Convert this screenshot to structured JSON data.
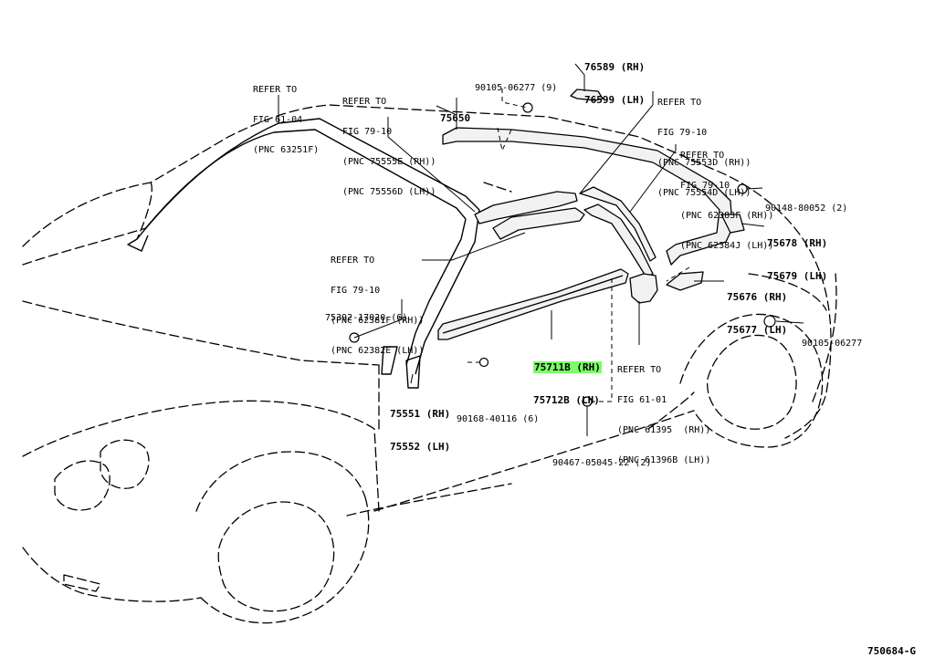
{
  "diagram_id": "750684-G",
  "highlight_color": "#7dfb6c",
  "labels": {
    "ref_61_04": [
      "REFER TO",
      "FIG 61-04",
      "(PNC 63251F)"
    ],
    "ref_79_10_a": [
      "REFER TO",
      "FIG 79-10",
      "(PNC 75555E (RH))",
      "(PNC 75556D (LH))"
    ],
    "bolt_90105_06277_9": [
      "90105-06277 (9)"
    ],
    "part_76589": [
      "76589 (RH)",
      "76599 (LH)"
    ],
    "part_75650": [
      "75650"
    ],
    "ref_79_10_b": [
      "REFER TO",
      "FIG 79-10",
      "(PNC 75553D (RH))",
      "(PNC 75554D (LH))"
    ],
    "ref_79_10_c": [
      "REFER TO",
      "FIG 79-10",
      "(PNC 62383F (RH))",
      "(PNC 62384J (LH))"
    ],
    "bolt_90148": [
      "90148-80052 (2)"
    ],
    "part_75678": [
      "75678 (RH)",
      "75679 (LH)"
    ],
    "ref_79_10_d": [
      "REFER TO",
      "FIG 79-10",
      "(PNC 62381F (RH))",
      "(PNC 62382E (LH))"
    ],
    "part_75676": [
      "75676 (RH)",
      "75677 (LH)"
    ],
    "clip_75392": [
      "75392-17020 (6)"
    ],
    "bolt_90105_06277": [
      "90105-06277"
    ],
    "part_75711B": [
      "75711B (RH)",
      "75712B (LH)"
    ],
    "ref_61_01": [
      "REFER TO",
      "FIG 61-01",
      "(PNC 61395  (RH))",
      "(PNC 61396B (LH))"
    ],
    "part_75551": [
      "75551 (RH)",
      "75552 (LH)"
    ],
    "screw_90168": [
      "90168-40116 (6)"
    ],
    "clip_90467": [
      "90467-05045-22 (2)"
    ]
  }
}
